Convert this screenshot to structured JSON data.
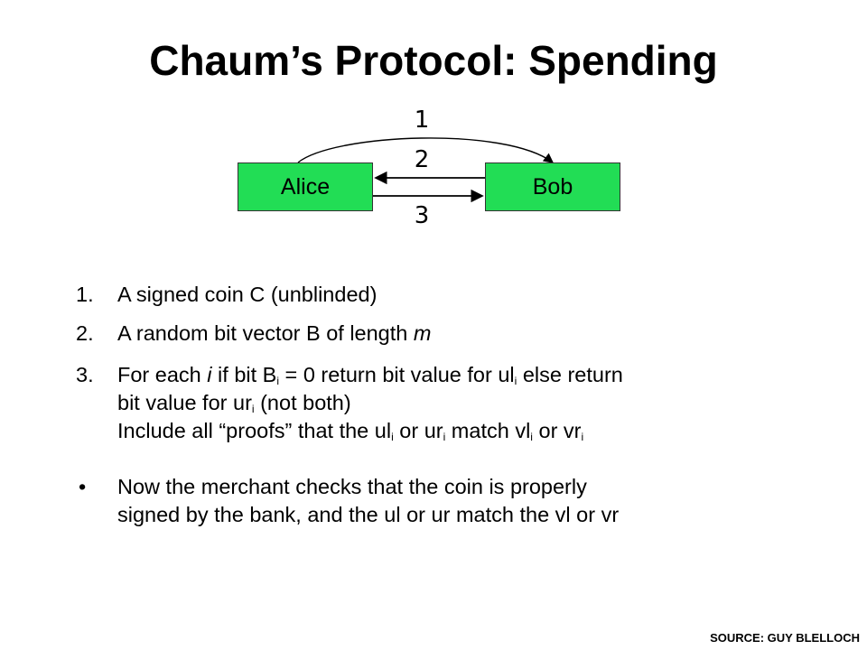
{
  "title": "Chaum’s Protocol: Spending",
  "diagram": {
    "alice": "Alice",
    "bob": "Bob",
    "label_1": "1",
    "label_2": "2",
    "label_3": "3"
  },
  "items": [
    {
      "marker": "1.",
      "text": "A signed coin C (unblinded)"
    },
    {
      "marker": "2.",
      "pre": "A random bit vector B of length ",
      "em": "m"
    },
    {
      "marker": "3.",
      "l1_a": "For each ",
      "l1_i": "i",
      "l1_b": " if bit B",
      "l1_sub1": "i",
      "l1_c": " = 0 return bit value for ul",
      "l1_sub2": "i",
      "l1_d": " else return",
      "l2_a": "bit value for ur",
      "l2_sub": "i",
      "l2_b": " (not both)",
      "l3_a": "Include all “proofs” that the ul",
      "l3_sub1": "i",
      "l3_b": " or ur",
      "l3_sub2": "i",
      "l3_c": " match vl",
      "l3_sub3": "i",
      "l3_d": " or vr",
      "l3_sub4": "i"
    },
    {
      "marker": "•",
      "line1": "Now the merchant checks that the coin is properly",
      "line2": "signed by the bank, and the ul or ur match the vl or vr"
    }
  ],
  "source": "SOURCE: GUY BLELLOCH"
}
